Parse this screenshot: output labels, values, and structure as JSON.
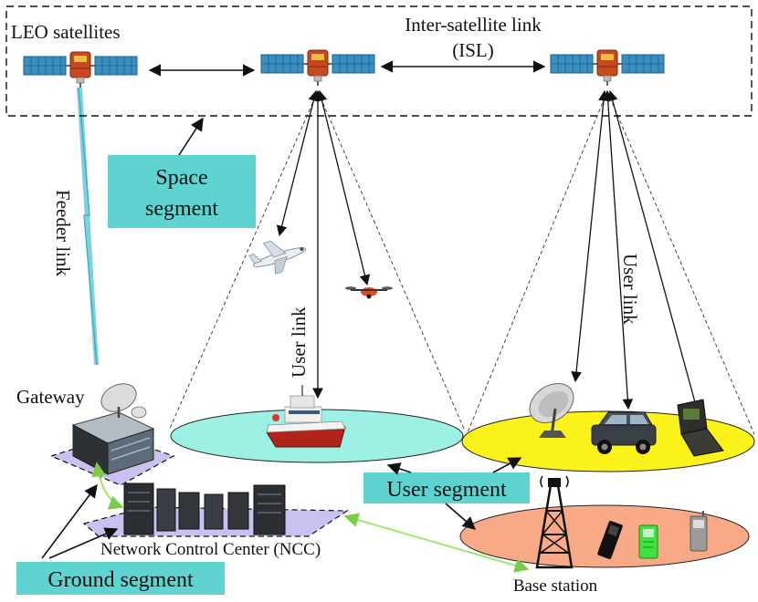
{
  "labels": {
    "leo_satellites": "LEO satellites",
    "isl_line1": "Inter-satellite link",
    "isl_line2": "(ISL)",
    "space_segment_line1": "Space",
    "space_segment_line2": "segment",
    "feeder_link": "Feeder link",
    "user_link_left": "User link",
    "user_link_right": "User link",
    "gateway": "Gateway",
    "ncc": "Network Control Center (NCC)",
    "ground_segment": "Ground  segment",
    "user_segment": "User segment",
    "base_station": "Base station"
  },
  "colors": {
    "segment_box": "#5fd3d0",
    "left_coverage": "#9cf0e4",
    "right_coverage": "#fbf219",
    "base_station_area": "#f7aa85",
    "ground_platform": "#c9c2f0",
    "feeder_beam": "#69c9d9",
    "green_link": "#9ae86b",
    "satellite_panel": "#3a8fc2",
    "satellite_body": "#c9481f"
  }
}
